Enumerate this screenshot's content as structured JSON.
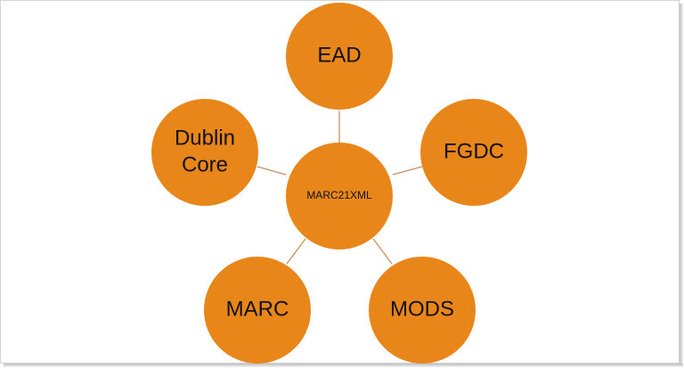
{
  "diagram": {
    "center": {
      "label": "MARC21XML"
    },
    "satellites": [
      {
        "id": "ead",
        "lines": [
          "EAD"
        ]
      },
      {
        "id": "fgdc",
        "lines": [
          "FGDC"
        ]
      },
      {
        "id": "mods",
        "lines": [
          "MODS"
        ]
      },
      {
        "id": "marc",
        "lines": [
          "MARC"
        ]
      },
      {
        "id": "dublin-core",
        "lines": [
          "Dublin",
          "Core"
        ]
      }
    ]
  },
  "colors": {
    "node_fill": "#E8861A",
    "connector": "#C8925A",
    "text": "#111111"
  }
}
